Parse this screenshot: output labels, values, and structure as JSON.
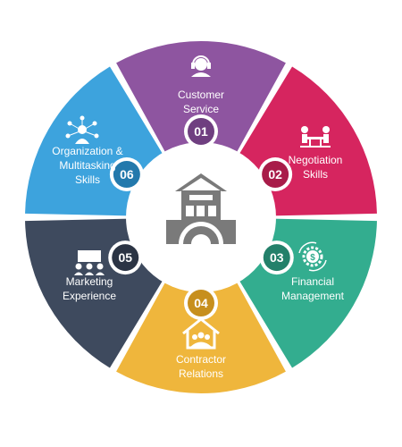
{
  "segments": [
    {
      "number": "01",
      "line1": "Customer",
      "line2": "Service",
      "color": "#8e55a0",
      "badge_color": "#6f3f80",
      "icon": "headset-person-icon"
    },
    {
      "number": "02",
      "line1": "Negotiation",
      "line2": "Skills",
      "color": "#d6255f",
      "badge_color": "#a81c49",
      "icon": "meeting-table-icon"
    },
    {
      "number": "03",
      "line1": "Financial",
      "line2": "Management",
      "color": "#33ad8f",
      "badge_color": "#23806a",
      "icon": "gear-dollar-icon"
    },
    {
      "number": "04",
      "line1": "Contractor",
      "line2": "Relations",
      "color": "#efb63c",
      "badge_color": "#c78f1d",
      "icon": "house-people-icon"
    },
    {
      "number": "05",
      "line1": "Marketing",
      "line2": "Experience",
      "color": "#3e4a5e",
      "badge_color": "#2b3444",
      "icon": "presentation-team-icon"
    },
    {
      "number": "06",
      "line1": "Organization &",
      "line2": "Multitasking",
      "line3": "Skills",
      "color": "#3da3dd",
      "badge_color": "#2379ac",
      "icon": "network-person-icon"
    }
  ],
  "center": {
    "icon": "building-gear-icon",
    "color": "#7a7a7a"
  },
  "background_ring_color": "#ffffff"
}
